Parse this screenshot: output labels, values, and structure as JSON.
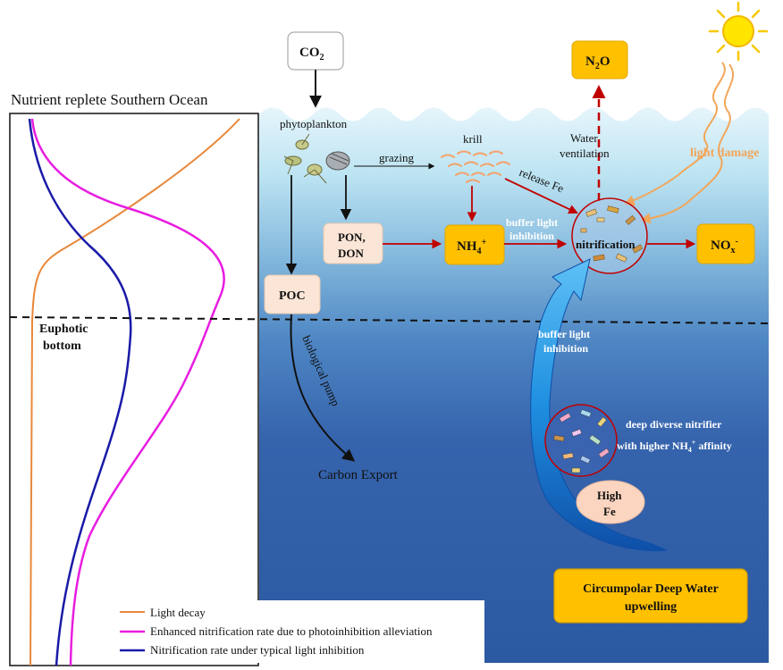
{
  "left_panel": {
    "title": "Nutrient replete Southern Ocean",
    "euphotic_label_1": "Euphotic",
    "euphotic_label_2": "bottom",
    "legend": [
      {
        "label": "Light decay",
        "color": "#E8883A"
      },
      {
        "label": "Enhanced nitrification rate due to photoinhibition alleviation",
        "color": "#E81DE0"
      },
      {
        "label": "Nitrification rate under typical light inhibition",
        "color": "#1A1AA8"
      }
    ]
  },
  "ocean": {
    "co2": {
      "main": "CO",
      "sub": "2"
    },
    "phytoplankton": "phytoplankton",
    "grazing": "grazing",
    "krill": "krill",
    "water_ventilation_1": "Water",
    "water_ventilation_2": "ventilation",
    "n2o": {
      "a": "N",
      "sub": "2",
      "b": "O"
    },
    "light_damage": "light damage",
    "release_fe": "release Fe",
    "pon_don_1": "PON,",
    "pon_don_2": "DON",
    "nh4": {
      "main": "NH",
      "sub": "4",
      "sup": "+"
    },
    "buffer_light_inhibition_top_1": "buffer light",
    "buffer_light_inhibition_top_2": "inhibition",
    "nitrification": "nitrification",
    "nox": {
      "main": "NO",
      "sub": "x",
      "sup": "-"
    },
    "poc": "POC",
    "biological_pump": "biological pump",
    "carbon_export": "Carbon Export",
    "buffer_light_inhibition_mid_1": "buffer light",
    "buffer_light_inhibition_mid_2": "inhibition",
    "deep_nitrifier_1": "deep diverse nitrifier",
    "deep_nitrifier_2a": "with higher NH",
    "deep_nitrifier_2sub": "4",
    "deep_nitrifier_2sup": "+",
    "deep_nitrifier_2b": " affinity",
    "high_fe_1": "High",
    "high_fe_2": "Fe",
    "cdw_1": "Circumpolar Deep Water",
    "cdw_2": "upwelling"
  },
  "colors": {
    "box_orange": "#FFC000",
    "box_peach": "#FBE5D6",
    "dark_red": "#C00000",
    "surface_blue": "#BDE4F2",
    "deep_blue": "#2F5DA6",
    "arrow_blue": "#1F8FE0"
  }
}
